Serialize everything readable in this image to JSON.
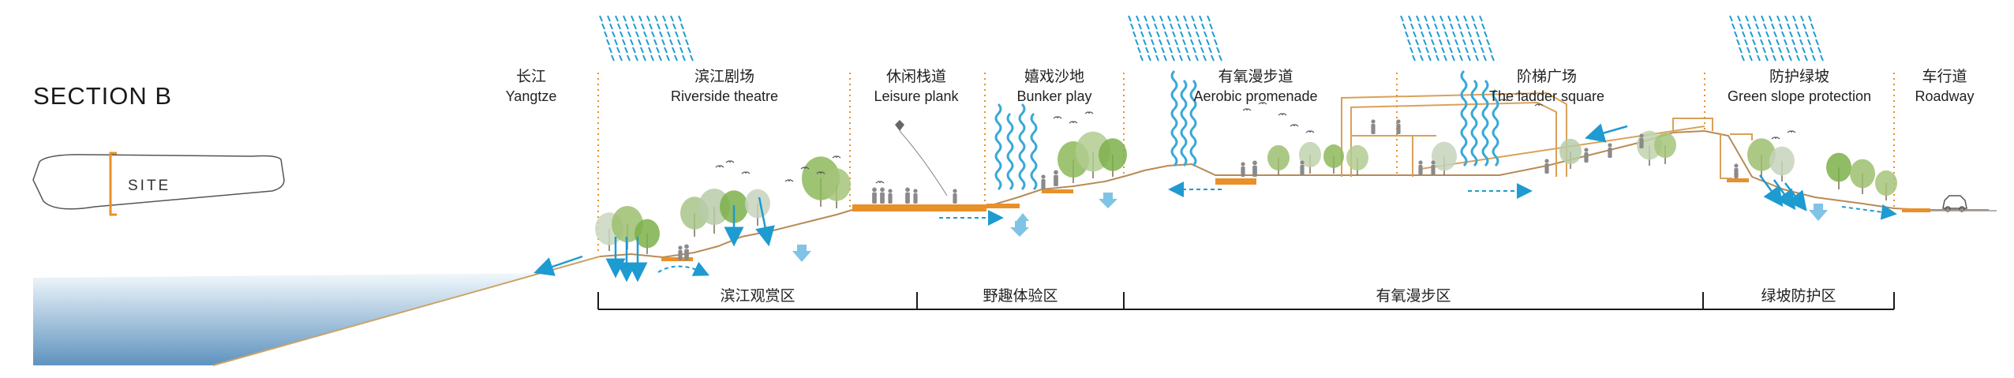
{
  "title": "SECTION  B",
  "site_label": "SITE",
  "zones": [
    {
      "cn": "长江",
      "en": "Yangtze"
    },
    {
      "cn": "滨江剧场",
      "en": "Riverside theatre"
    },
    {
      "cn": "休闲栈道",
      "en": "Leisure plank"
    },
    {
      "cn": "嬉戏沙地",
      "en": "Bunker play"
    },
    {
      "cn": "有氧漫步道",
      "en": "Aerobic promenade"
    },
    {
      "cn": "阶梯广场",
      "en": "The ladder square"
    },
    {
      "cn": "防护绿坡",
      "en": "Green slope protection"
    },
    {
      "cn": "车行道",
      "en": "Roadway"
    }
  ],
  "bands": [
    "滨江观赏区",
    "野趣体验区",
    "有氧漫步区",
    "绿坡防护区"
  ],
  "colors": {
    "accent_orange": "#E8902A",
    "water_blue": "#1E9BD0",
    "river_gradient_top": "#EAF4FA",
    "river_gradient_bottom": "#5F93BF",
    "tree_green": "#7DB04A",
    "grey": "#8A8A8A",
    "structure": "#D9A15A"
  },
  "icons": [
    "rain-icon",
    "vapor-icon",
    "tree-icon",
    "person-icon",
    "bird-icon",
    "kite-icon",
    "car-icon",
    "flow-arrow-icon"
  ]
}
